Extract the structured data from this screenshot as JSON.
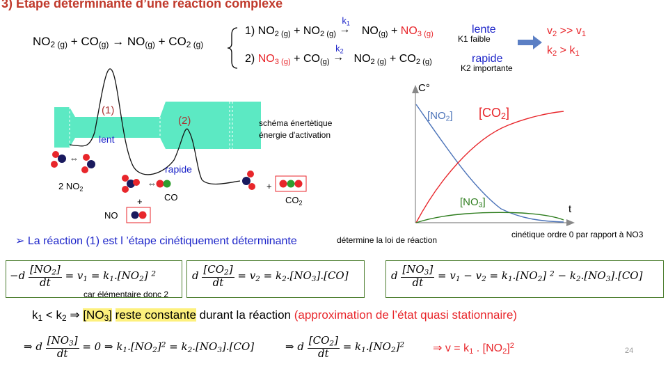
{
  "header": {
    "title": "3) Étape déterminante d’une réaction complexe"
  },
  "global_reaction": {
    "a": "NO",
    "a_sub": "2 (g)",
    "plus1": "+ CO",
    "b_sub": "(g)",
    "arrow": "→ NO",
    "c_sub": "(g)",
    "plus2": "+ CO",
    "d_sub": "2 (g)"
  },
  "steps": {
    "step1": {
      "num": "1) NO",
      "s1": "2 (g)",
      "p1": "+ NO",
      "s2": "2 (g)",
      "k": "k",
      "k_sub": "1",
      "prod1": "NO",
      "s3": "(g)",
      "plus": "+",
      "prod2": "NO",
      "s4": "3 (g)",
      "speed": "lente",
      "note": "K1 faible"
    },
    "step2": {
      "num": "2)",
      "r1": "NO",
      "s1": "3 (g)",
      "p1": "+ CO",
      "s2": "(g)",
      "k": "k",
      "k_sub": "2",
      "prod1": "NO",
      "s3": "2 (g)",
      "plus": "+ CO",
      "s4": "2 (g)",
      "speed": "rapide",
      "note": "K2 importante"
    }
  },
  "conclusions": {
    "c1_a": "v",
    "c1_a_sub": "2",
    "c1_op": " >> v",
    "c1_b_sub": "1",
    "c2_a": "k",
    "c2_a_sub": "2",
    "c2_op": " > k",
    "c2_b_sub": "1"
  },
  "energy_diagram": {
    "label1": "(1)",
    "label2": "(2)",
    "slow": "lent",
    "fast": "rapide",
    "caption1": "schéma énertètique",
    "caption2": "énergie d'activation",
    "eq_sym": "⇔",
    "species": {
      "no2": "2 NO",
      "no2_sub": "2",
      "co": "CO",
      "no": "NO",
      "plus": "+",
      "co2": "CO",
      "co2_sub": "2"
    }
  },
  "kinetic_chart": {
    "y_label": "C°",
    "x_label": "t",
    "no2": "[NO",
    "no2_sub": "2",
    "no2_end": "]",
    "co2": "[CO",
    "co2_sub": "2",
    "co2_end": "]",
    "no3": "[NO",
    "no3_sub": "3",
    "no3_end": "]",
    "caption": "cinétique ordre 0 par rapport à NO3",
    "colors": {
      "no2": "#4a72b8",
      "co2": "#e8262b",
      "no3": "#2e7d1e"
    }
  },
  "statement": {
    "bullet": "➢",
    "text": "La réaction (1) est l ’étape cinétiquement déterminante",
    "note": "détermine la loi de réaction"
  },
  "equations": {
    "eq1": {
      "prefix": "−d",
      "num": "[NO",
      "num_sub": "2",
      "num_end": "]",
      "den": "dt",
      "rhs": " = v",
      "rhs_sub": "1",
      "rhs2": " = k",
      "rhs2_sub": "1",
      "rhs3": ".[NO",
      "rhs3_sub": "2",
      "rhs3_end": "] ",
      "pow": "2",
      "note": "car élémentaire donc 2"
    },
    "eq2": {
      "prefix": "d",
      "num": "[CO",
      "num_sub": "2",
      "num_end": "]",
      "den": "dt",
      "rhs": " = v",
      "rhs_sub": "2",
      "rhs2": " = k",
      "rhs2_sub": "2",
      "rhs3": ".[NO",
      "rhs3_sub": "3",
      "rhs3_end": "].[CO]"
    },
    "eq3": {
      "prefix": "d",
      "num": "[NO",
      "num_sub": "3",
      "num_end": "]",
      "den": "dt",
      "rhs": " = v",
      "rhs_sub": "1",
      "rhs2": " − v",
      "rhs2_sub": "2",
      "rhs3": " = k",
      "rhs3_sub": "1",
      "rhs4": ".[NO",
      "rhs4_sub": "2",
      "rhs4_end": "] ",
      "pow": "2",
      "rhs5": " − k",
      "rhs5_sub": "2",
      "rhs6": ".[NO",
      "rhs6_sub": "3",
      "rhs6_end": "].[CO]"
    }
  },
  "approximation": {
    "k1": "k",
    "k1_sub": "1",
    "lt": " < k",
    "k2_sub": "2",
    "implies": " ⇒ ",
    "no3": "[NO",
    "no3_sub": "3",
    "no3_end": "]",
    "space": " ",
    "const": "reste constante",
    "during": " durant la réaction ",
    "red": "(approximation de l’état quasi stationnaire)"
  },
  "final_line": {
    "imp1": "⇒ d",
    "f1_num": "[NO",
    "f1_num_sub": "3",
    "f1_num_end": "]",
    "f1_den": "dt",
    "f1_rhs": " = 0 ⇒ k",
    "f1_rhs_sub": "1",
    "f1_rhs2": ".[NO",
    "f1_rhs2_sub": "2",
    "f1_rhs2_end": "]",
    "f1_pow": "2",
    "f1_rhs3": " = k",
    "f1_rhs3_sub": "2",
    "f1_rhs4": ".[NO",
    "f1_rhs4_sub": "3",
    "f1_rhs4_end": "].[CO]",
    "imp2": "⇒ d",
    "f2_num": "[CO",
    "f2_num_sub": "2",
    "f2_num_end": "]",
    "f2_den": "dt",
    "f2_rhs": " = k",
    "f2_rhs_sub": "1",
    "f2_rhs2": ".[NO",
    "f2_rhs2_sub": "2",
    "f2_rhs2_end": "]",
    "f2_pow": "2",
    "result": "⇒ v = k",
    "result_sub": "1",
    "result2": " . [NO",
    "result2_sub": "2",
    "result2_end": "]",
    "result_pow": "2"
  },
  "page_number": "24"
}
